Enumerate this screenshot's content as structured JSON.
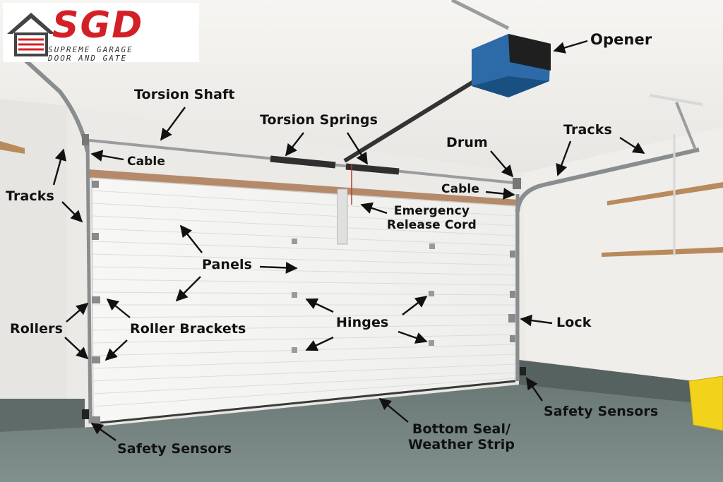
{
  "logo": {
    "wordmark": "SGD",
    "tagline_line1": "SUPREME GARAGE",
    "tagline_line2": "DOOR AND GATE",
    "colors": {
      "red": "#d32027",
      "gray": "#555555"
    }
  },
  "labels": {
    "opener": "Opener",
    "torsion_shaft": "Torsion Shaft",
    "torsion_springs": "Torsion Springs",
    "drum": "Drum",
    "tracks_right": "Tracks",
    "tracks_left": "Tracks",
    "cable_left": "Cable",
    "cable_right": "Cable",
    "emergency_release_line1": "Emergency",
    "emergency_release_line2": "Release Cord",
    "panels": "Panels",
    "hinges": "Hinges",
    "lock": "Lock",
    "rollers": "Rollers",
    "roller_brackets": "Roller Brackets",
    "safety_sensors_left": "Safety Sensors",
    "safety_sensors_right": "Safety Sensors",
    "bottom_seal_line1": "Bottom Seal/",
    "bottom_seal_line2": "Weather Strip"
  },
  "colors": {
    "wall": "#ecebe7",
    "ceiling": "#f3f2ef",
    "floor": "#6f7d7b",
    "door": "#f4f4f2",
    "opener_blue": "#2c6aa8",
    "bin_yellow": "#f2d21b"
  }
}
